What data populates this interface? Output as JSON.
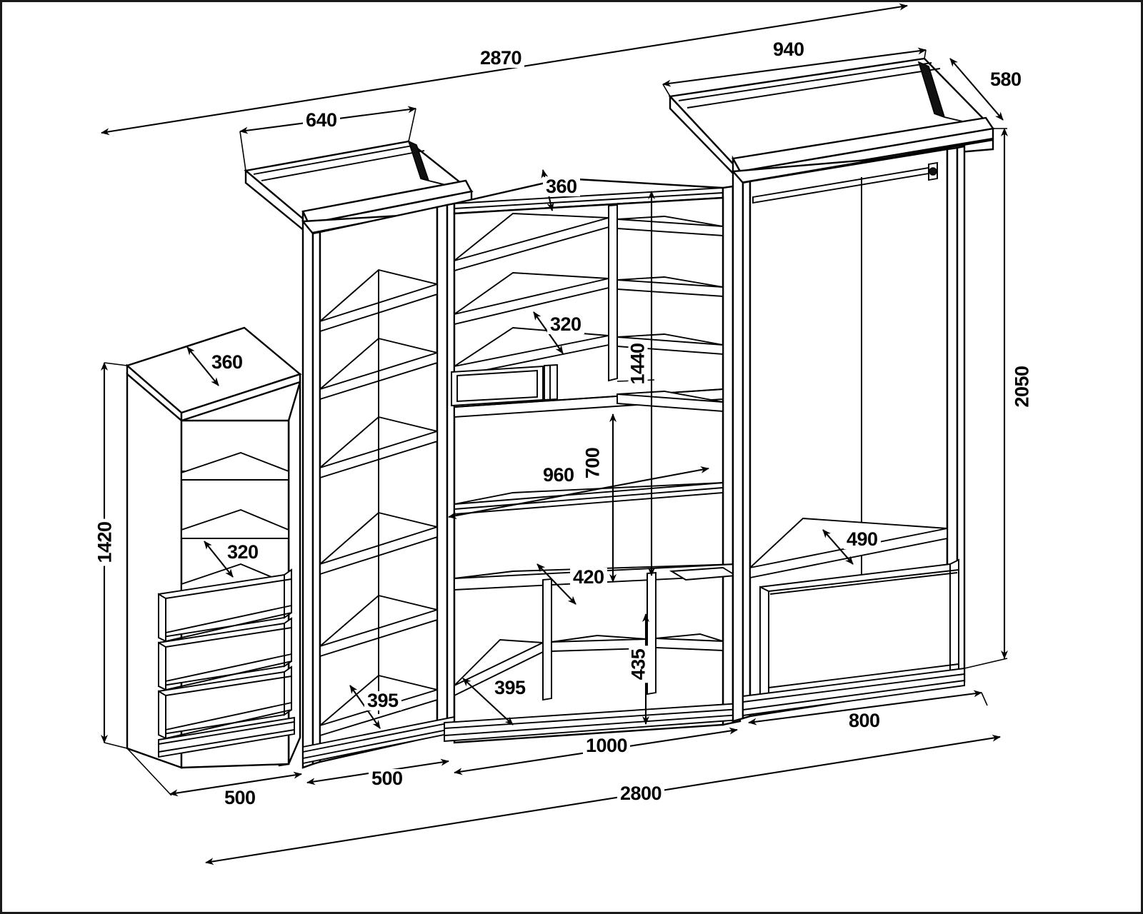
{
  "title": "Furniture Assembly Technical Drawing - Wall Unit with Wardrobe",
  "drawing": {
    "type": "isometric-technical-drawing",
    "units": "mm",
    "line_color": "#000000",
    "fill_color": "#ffffff",
    "background": "#ffffff",
    "border_color": "#1a1a1a"
  },
  "dimensions": {
    "overall_width_top": "2870",
    "overall_width_bottom": "2800",
    "overall_height_right": "2050",
    "wardrobe_top_width": "940",
    "wardrobe_top_depth": "580",
    "wardrobe_body_width": "800",
    "wardrobe_shelf_depth": "490",
    "bookcase_top_width": "640",
    "bookcase_top_depth": "360",
    "left_cabinet_height": "1420",
    "left_cabinet_top_depth": "360",
    "left_cabinet_shelf_depth": "320",
    "left_cabinet_width": "500",
    "bookcase_width": "500",
    "bookcase_shelf_depth": "395",
    "center_unit_width": "1000",
    "center_top_depth": "360",
    "center_shelf_depth": "320",
    "center_lower_shelf_depth": "395",
    "center_tall_opening_height": "1440",
    "center_tv_opening_width": "960",
    "center_tv_opening_height": "700",
    "center_lower_shelf_height": "420",
    "center_bottom_opening_height": "435"
  },
  "labels": [
    {
      "id": "overall-top-width",
      "value": "2870",
      "orientation": "horizontal"
    },
    {
      "id": "bookcase-top-width",
      "value": "640",
      "orientation": "horizontal"
    },
    {
      "id": "wardrobe-top-width",
      "value": "940",
      "orientation": "horizontal"
    },
    {
      "id": "wardrobe-top-depth",
      "value": "580",
      "orientation": "horizontal"
    },
    {
      "id": "center-top-depth",
      "value": "360",
      "orientation": "horizontal"
    },
    {
      "id": "center-shelf-depth",
      "value": "320",
      "orientation": "horizontal"
    },
    {
      "id": "center-tall-height",
      "value": "1440",
      "orientation": "vertical"
    },
    {
      "id": "center-tv-height",
      "value": "700",
      "orientation": "vertical"
    },
    {
      "id": "center-tv-width",
      "value": "960",
      "orientation": "horizontal"
    },
    {
      "id": "center-lower-shelf-depth",
      "value": "420",
      "orientation": "horizontal"
    },
    {
      "id": "center-bottom-height",
      "value": "435",
      "orientation": "vertical"
    },
    {
      "id": "center-bottom-depth",
      "value": "395",
      "orientation": "horizontal"
    },
    {
      "id": "overall-height",
      "value": "2050",
      "orientation": "vertical"
    },
    {
      "id": "wardrobe-shelf-depth",
      "value": "490",
      "orientation": "horizontal"
    },
    {
      "id": "wardrobe-body-width",
      "value": "800",
      "orientation": "horizontal"
    },
    {
      "id": "left-cabinet-height",
      "value": "1420",
      "orientation": "vertical"
    },
    {
      "id": "left-cabinet-top-depth",
      "value": "360",
      "orientation": "horizontal"
    },
    {
      "id": "left-cabinet-shelf-depth",
      "value": "320",
      "orientation": "horizontal"
    },
    {
      "id": "left-cabinet-width",
      "value": "500",
      "orientation": "horizontal"
    },
    {
      "id": "bookcase-width",
      "value": "500",
      "orientation": "horizontal"
    },
    {
      "id": "bookcase-shelf-depth",
      "value": "395",
      "orientation": "horizontal"
    },
    {
      "id": "center-unit-width",
      "value": "1000",
      "orientation": "horizontal"
    },
    {
      "id": "overall-bottom-width",
      "value": "2800",
      "orientation": "horizontal"
    }
  ],
  "modules": [
    {
      "name": "left-drawer-cabinet",
      "width": "500",
      "height": "1420",
      "depth": "360",
      "features": "3 shelves + 3 drawers"
    },
    {
      "name": "tall-bookcase",
      "width": "500",
      "height": "2050",
      "depth": "395",
      "features": "5 open shelves, crown top 640x360"
    },
    {
      "name": "center-tv-unit",
      "width": "1000",
      "height": "2050",
      "depth": "395",
      "features": "upper shelves, TV niche 960x700, bottom compartments 435"
    },
    {
      "name": "wardrobe",
      "width": "800",
      "height": "2050",
      "depth": "490",
      "features": "hanging rail, bottom drawer, crown top 940x580"
    }
  ]
}
